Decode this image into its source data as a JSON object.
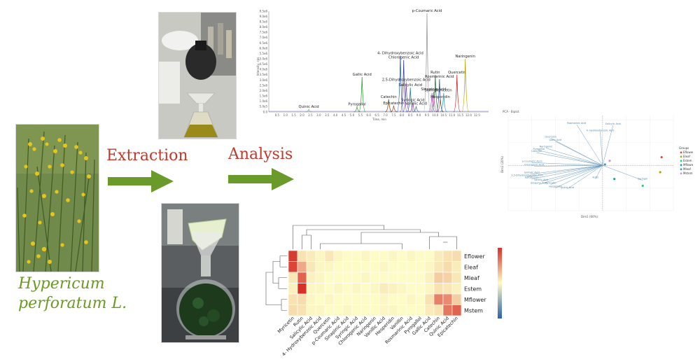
{
  "labels": {
    "extraction": "Extraction",
    "analysis": "Analysis",
    "species_line1": "Hypericum",
    "species_line2": "perforatum L."
  },
  "colors": {
    "arrow": "#6a9a2a",
    "step_label": "#c0392b",
    "species": "#6a9a1f"
  },
  "chart_data": [
    {
      "type": "line",
      "title": "",
      "xlabel": "Time, min",
      "ylabel": "Intensity, cps",
      "x_ticks": [
        "0.5",
        "1.0",
        "1.5",
        "2.0",
        "2.5",
        "3.0",
        "3.5",
        "4.0",
        "4.5",
        "5.0",
        "5.5",
        "6.0",
        "6.5",
        "7.0",
        "7.5",
        "8.0",
        "8.5",
        "9.0",
        "9.5",
        "10.0",
        "10.5",
        "11.0",
        "11.5",
        "12.0",
        "12.5"
      ],
      "y_ticks": [
        "0.0",
        "5.0e5",
        "1.0e6",
        "1.5e6",
        "2.0e6",
        "2.5e6",
        "3.0e6",
        "3.5e6",
        "4.0e6",
        "4.5e6",
        "5.0e6",
        "5.5e6",
        "6.0e6",
        "6.5e6",
        "7.0e6",
        "7.5e6",
        "8.0e6",
        "8.5e6",
        "9.0e6",
        "9.5e6"
      ],
      "xlim": [
        0,
        13.2
      ],
      "ylim": [
        0,
        9.5
      ],
      "peaks": [
        {
          "name": "Quinic Acid",
          "time": 2.4,
          "height": 0.25,
          "color": "#7fbf7f"
        },
        {
          "name": "Pyrogallol",
          "time": 5.3,
          "height": 0.5,
          "color": "#5aa05a"
        },
        {
          "name": "Gallic Acid",
          "time": 5.6,
          "height": 3.3,
          "color": "#2e9e2e"
        },
        {
          "name": "Catechin",
          "time": 7.2,
          "height": 1.2,
          "color": "#8b4513"
        },
        {
          "name": "Epicatechin",
          "time": 7.5,
          "height": 0.6,
          "color": "#a0522d"
        },
        {
          "name": "4- Dihydroxybenzoic Acid",
          "time": 7.9,
          "height": 5.3,
          "color": "#1f5aa8"
        },
        {
          "name": "Chlorogenic Acid",
          "time": 8.1,
          "height": 4.9,
          "color": "#3a3aa0"
        },
        {
          "name": "2,5-Dihydroxybenzoic Acid",
          "time": 8.25,
          "height": 2.8,
          "color": "#8844aa"
        },
        {
          "name": "Salicylic Acid",
          "time": 8.5,
          "height": 2.3,
          "color": "#2277aa"
        },
        {
          "name": "Syringic Acid",
          "time": 8.65,
          "height": 0.9,
          "color": "#aa4488"
        },
        {
          "name": "Vanillic Acid",
          "time": 8.85,
          "height": 0.55,
          "color": "#4488aa"
        },
        {
          "name": "p-Coumaric Acid",
          "time": 9.5,
          "height": 9.3,
          "color": "#999999"
        },
        {
          "name": "Rutin",
          "time": 10.0,
          "height": 3.5,
          "color": "#227744"
        },
        {
          "name": "Syringin",
          "time": 9.8,
          "height": 1.8,
          "color": "#9a5ac0"
        },
        {
          "name": "Sinapinic Acid",
          "time": 9.9,
          "height": 1.9,
          "color": "#c05a9a"
        },
        {
          "name": "Hesperidin",
          "time": 10.3,
          "height": 1.2,
          "color": "#aa6633"
        },
        {
          "name": "Rosmarinic Acid",
          "time": 10.25,
          "height": 3.1,
          "color": "#335599"
        },
        {
          "name": "Myricetin",
          "time": 10.5,
          "height": 1.8,
          "color": "#3399aa"
        },
        {
          "name": "Quercetin",
          "time": 11.3,
          "height": 3.5,
          "color": "#cc2222"
        },
        {
          "name": "Naringenin",
          "time": 11.8,
          "height": 5.0,
          "color": "#b5a300"
        }
      ]
    },
    {
      "type": "scatter",
      "title": "PCA - Biplot",
      "xlabel": "Dim1 (60%)",
      "ylabel": "Dim2 (20%)",
      "legend_title": "Groups",
      "legend": [
        {
          "name": "Eflower",
          "color": "#e74c3c"
        },
        {
          "name": "Eleaf",
          "color": "#b5a300"
        },
        {
          "name": "Estem",
          "color": "#2ecc71"
        },
        {
          "name": "Mflower",
          "color": "#16a085"
        },
        {
          "name": "Mleaf",
          "color": "#3498db"
        },
        {
          "name": "Mstem",
          "color": "#c39bd3"
        }
      ],
      "loadings": [
        {
          "name": "Rosmarinic Acid",
          "x": -0.55,
          "y": 0.9
        },
        {
          "name": "Salicylic Acid",
          "x": 0.22,
          "y": 0.88
        },
        {
          "name": "4- Hydroxybenzoic Acid",
          "x": -0.05,
          "y": 0.74
        },
        {
          "name": "Quercetin",
          "x": -1.1,
          "y": 0.6
        },
        {
          "name": "Gallic Acid",
          "x": -1.0,
          "y": 0.53
        },
        {
          "name": "Naringenin",
          "x": -1.2,
          "y": 0.38
        },
        {
          "name": "Pyrogallol",
          "x": -1.35,
          "y": 0.33
        },
        {
          "name": "Catechin",
          "x": -1.4,
          "y": 0.28
        },
        {
          "name": "p-Coumaric Acid",
          "x": -1.5,
          "y": 0.06
        },
        {
          "name": "Chlorogenic Acid",
          "x": -1.45,
          "y": -0.02
        },
        {
          "name": "Syringic Acid",
          "x": -1.5,
          "y": -0.19
        },
        {
          "name": "2,5-Dihydroxybenzoic Acid",
          "x": -1.6,
          "y": -0.25
        },
        {
          "name": "Epicatechin",
          "x": -1.5,
          "y": -0.3
        },
        {
          "name": "Vanillic Acid",
          "x": -1.3,
          "y": -0.35
        },
        {
          "name": "Sinapinic Acid",
          "x": -1.35,
          "y": -0.42
        },
        {
          "name": "Myricetin",
          "x": -1.1,
          "y": -0.42
        },
        {
          "name": "Hesperidin",
          "x": -1.0,
          "y": -0.5
        },
        {
          "name": "Quinic Acid",
          "x": -0.75,
          "y": -0.52
        },
        {
          "name": "Rutin",
          "x": -0.15,
          "y": -0.3
        },
        {
          "name": "Syringin",
          "x": 0.85,
          "y": -0.33
        }
      ],
      "points": [
        {
          "group": "Eflower",
          "x": 1.25,
          "y": 0.18
        },
        {
          "group": "Eleaf",
          "x": 1.22,
          "y": -0.15
        },
        {
          "group": "Estem",
          "x": 0.85,
          "y": -0.45
        },
        {
          "group": "Mflower",
          "x": 0.25,
          "y": -0.3
        },
        {
          "group": "Mleaf",
          "x": 0.05,
          "y": 0.02
        },
        {
          "group": "Mstem",
          "x": 0.15,
          "y": 0.1
        }
      ],
      "xlim": [
        -2,
        1.5
      ],
      "ylim": [
        -1,
        1.1
      ]
    },
    {
      "type": "heatmap",
      "rows": [
        "Eflower",
        "Eleaf",
        "Mleaf",
        "Estem",
        "Mflower",
        "Mstem"
      ],
      "columns": [
        "Myricetin",
        "Rutin",
        "Salicylic Acid",
        "4- Hydroxybenzoic Acid",
        "Quercetin",
        "p-Coumaric Acid",
        "Sinapinic Acid",
        "Syringic Acid",
        "Chlorogenic Acid",
        "Naringenin",
        "Vanillic Acid",
        "Hesperidin",
        "Vanillin",
        "Rosmarinic Acid",
        "Pyrogallol",
        "Gallic Acid",
        "Catechin",
        "Quinic Acid",
        "Epicatechin"
      ],
      "values": [
        [
          3.8,
          0.5,
          0.3,
          0.1,
          0.4,
          0.1,
          0.0,
          0.0,
          0.1,
          0.0,
          0.0,
          0.1,
          0.0,
          0.1,
          0.0,
          0.0,
          0.3,
          0.5,
          0.6
        ],
        [
          3.6,
          1.6,
          0.4,
          0.1,
          0.1,
          0.0,
          0.0,
          0.0,
          0.0,
          0.0,
          0.1,
          0.0,
          0.0,
          0.0,
          0.0,
          0.1,
          0.4,
          0.6,
          0.3
        ],
        [
          0.4,
          3.0,
          0.2,
          0.1,
          0.0,
          0.0,
          0.0,
          0.0,
          0.1,
          0.0,
          0.0,
          0.0,
          0.0,
          0.0,
          0.0,
          0.2,
          0.9,
          0.8,
          0.4
        ],
        [
          0.2,
          4.0,
          0.1,
          0.1,
          0.0,
          0.1,
          0.0,
          0.1,
          0.0,
          0.1,
          0.3,
          0.2,
          0.1,
          0.0,
          0.0,
          0.1,
          0.5,
          0.4,
          0.2
        ],
        [
          0.5,
          0.6,
          0.1,
          0.0,
          0.1,
          0.0,
          0.0,
          0.0,
          0.0,
          0.0,
          0.1,
          0.0,
          0.0,
          0.1,
          0.0,
          0.5,
          2.4,
          2.2,
          0.9
        ],
        [
          0.6,
          0.5,
          0.1,
          0.1,
          0.0,
          0.0,
          0.1,
          0.0,
          0.0,
          0.0,
          0.1,
          0.1,
          0.0,
          0.0,
          0.0,
          0.3,
          0.5,
          2.6,
          3.0
        ]
      ],
      "color_scale": {
        "min": -4,
        "max": 4,
        "ticks": [
          "4",
          "2",
          "0",
          "-2",
          "-4"
        ],
        "colors": [
          "#2b5fa8",
          "#fdfbc6",
          "#d73027"
        ]
      }
    }
  ]
}
